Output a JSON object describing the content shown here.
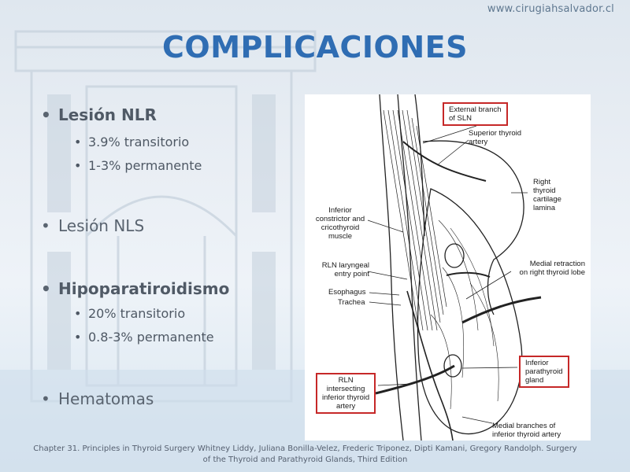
{
  "site_url": "www.cirugiahsalvador.cl",
  "title": "COMPLICACIONES",
  "bullets": [
    {
      "text": "Lesión NLR",
      "bold": true,
      "sub": [
        "3.9% transitorio",
        "1-3% permanente"
      ]
    },
    {
      "text": "Lesión NLS",
      "bold": false,
      "sub": []
    },
    {
      "text": "Hipoparatiroidismo",
      "bold": true,
      "sub": [
        "20% transitorio",
        "0.8-3% permanente"
      ]
    },
    {
      "text": "Hematomas",
      "bold": false,
      "sub": []
    }
  ],
  "figure": {
    "labels": {
      "external_branch": [
        "External branch",
        "of SLN"
      ],
      "superior_thyroid": [
        "Superior thyroid",
        "artery"
      ],
      "right_thyroid": [
        "Right",
        "thyroid",
        "cartilage",
        "lamina"
      ],
      "inferior_constrictor": [
        "Inferior",
        "constrictor and",
        "cricothyroid",
        "muscle"
      ],
      "rln_entry": [
        "RLN laryngeal",
        "entry point"
      ],
      "medial_retraction": [
        "Medial retraction",
        "on right thyroid lobe"
      ],
      "esophagus": "Esophagus",
      "trachea": "Trachea",
      "inferior_parathyroid": [
        "Inferior",
        "parathyroid",
        "gland"
      ],
      "rln_intersecting": [
        "RLN",
        "intersecting",
        "inferior thyroid",
        "artery"
      ],
      "medial_branches": [
        "Medial branches of",
        "inferior thyroid artery"
      ]
    },
    "highlight_color": "#c62828"
  },
  "citation": [
    "Chapter 31. Principles in Thyroid Surgery Whitney Liddy, Juliana Bonilla-Velez, Frederic Triponez, Dipti Kamani, Gregory Randolph. Surgery",
    "of the Thyroid and Parathyroid Glands, Third Edition"
  ],
  "colors": {
    "title": "#2f6db3",
    "text": "#5a6470",
    "url": "#5f7890"
  }
}
